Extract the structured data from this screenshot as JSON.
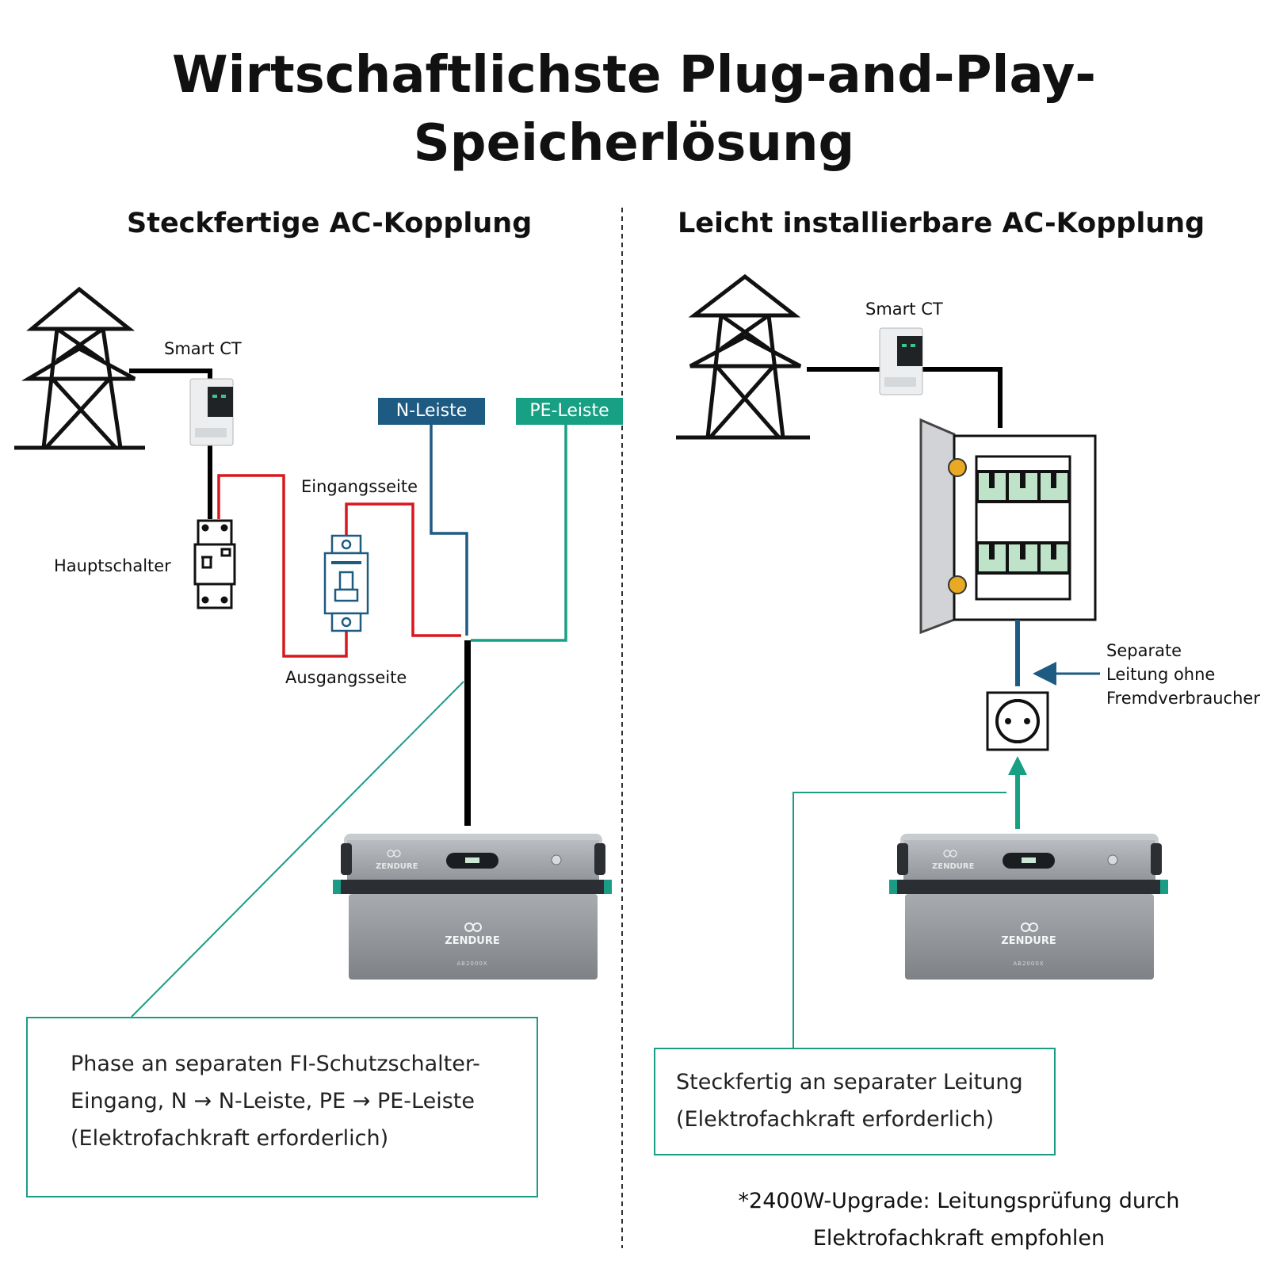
{
  "title": {
    "line1": "Wirtschaftlichste Plug-and-Play-",
    "line2": "Speicherlösung"
  },
  "left": {
    "heading": "Steckfertige AC-Kopplung",
    "smart_ct": "Smart CT",
    "main_switch": "Hauptschalter",
    "input_side": "Eingangsseite",
    "output_side": "Ausgangsseite",
    "n_bar": "N-Leiste",
    "pe_bar": "PE-Leiste",
    "note": [
      "Phase an separaten FI-Schutzschalter-",
      "Eingang, N → N-Leiste, PE → PE-Leiste",
      "(Elektrofachkraft erforderlich)"
    ]
  },
  "right": {
    "heading": "Leicht installierbare AC-Kopplung",
    "smart_ct": "Smart CT",
    "separate_line": [
      "Separate",
      "Leitung ohne",
      "Fremdverbraucher"
    ],
    "note": [
      "Steckfertig an separater Leitung",
      "(Elektrofachkraft erforderlich)"
    ]
  },
  "device": {
    "brand": "ZENDURE",
    "model": "AB2000X"
  },
  "footnote": [
    "*2400W-Upgrade: Leitungsprüfung durch",
    "Elektrofachkraft empfohlen"
  ],
  "colors": {
    "neutral": "#1e5b82",
    "protective_earth": "#17a084",
    "phase": "#d7191f",
    "wire": "#000000",
    "breaker_green": "#bfe3c8"
  },
  "icons": [
    "power-tower-icon",
    "smart-ct-meter-icon",
    "main-switch-icon",
    "rcd-breaker-icon",
    "distribution-board-icon",
    "schuko-socket-icon",
    "battery-storage-icon"
  ]
}
